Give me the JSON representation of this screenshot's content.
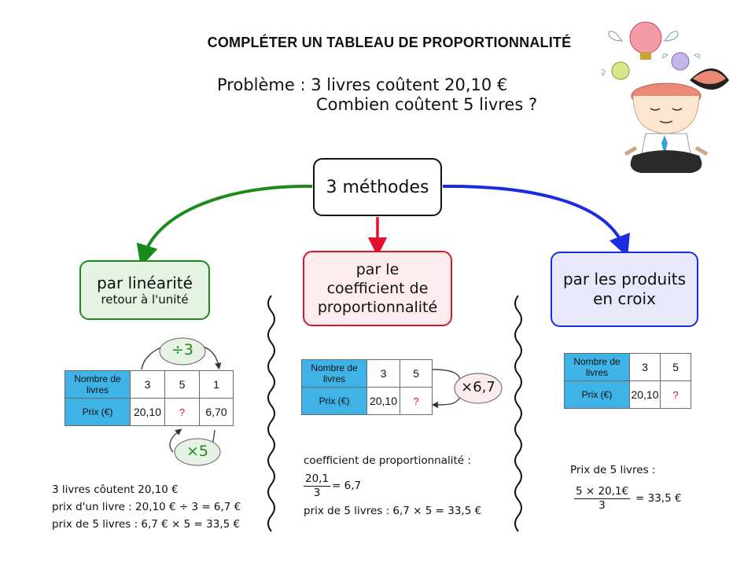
{
  "title": "COMPLÉTER UN TABLEAU DE PROPORTIONNALITÉ",
  "problem": {
    "line1": "Problème : 3 livres coûtent 20,10 €",
    "line2": "Combien coûtent 5 livres ?"
  },
  "center": {
    "label": "3 méthodes"
  },
  "colors": {
    "green": "#1a8a1a",
    "red": "#e2122a",
    "blue": "#1a2be0",
    "header_cell": "#3fb3e6"
  },
  "methods": {
    "linearite": {
      "title": "par linéarité",
      "subtitle": "retour à l'unité",
      "table": {
        "row1_header": "Nombre de livres",
        "row2_header": "Prix (€)",
        "row1": [
          "3",
          "5",
          "1"
        ],
        "row2": [
          "20,10",
          "?",
          "6,70"
        ]
      },
      "op_top": "÷3",
      "op_bottom": "×5",
      "lines": [
        "3 livres côutent 20,10 €",
        "prix d'un livre : 20,10 € ÷ 3 = 6,7 €",
        "prix de 5 livres : 6,7 € × 5 = 33,5 €"
      ]
    },
    "coefficient": {
      "title_l1": "par le",
      "title_l2": "coefficient de",
      "title_l3": "proportionnalité",
      "table": {
        "row1_header": "Nombre de livres",
        "row2_header": "Prix (€)",
        "row1": [
          "3",
          "5"
        ],
        "row2": [
          "20,10",
          "?"
        ]
      },
      "op": "×6,7",
      "line1": "coefficient de proportionnalité :",
      "frac_num": "20,1",
      "frac_den": "3",
      "frac_result": "= 6,7",
      "line2": "prix de 5 livres : 6,7 × 5 = 33,5 €"
    },
    "croix": {
      "title_l1": "par les produits",
      "title_l2": "en croix",
      "table": {
        "row1_header": "Nombre de livres",
        "row2_header": "Prix (€)",
        "row1": [
          "3",
          "5"
        ],
        "row2": [
          "20,10",
          "?"
        ]
      },
      "line1": "Prix de 5 livres :",
      "frac_num": "5 × 20,1€",
      "frac_den": "3",
      "frac_result": "= 33,5 €"
    }
  },
  "icons": {
    "mascot": "meditating-idea-head-icon"
  }
}
